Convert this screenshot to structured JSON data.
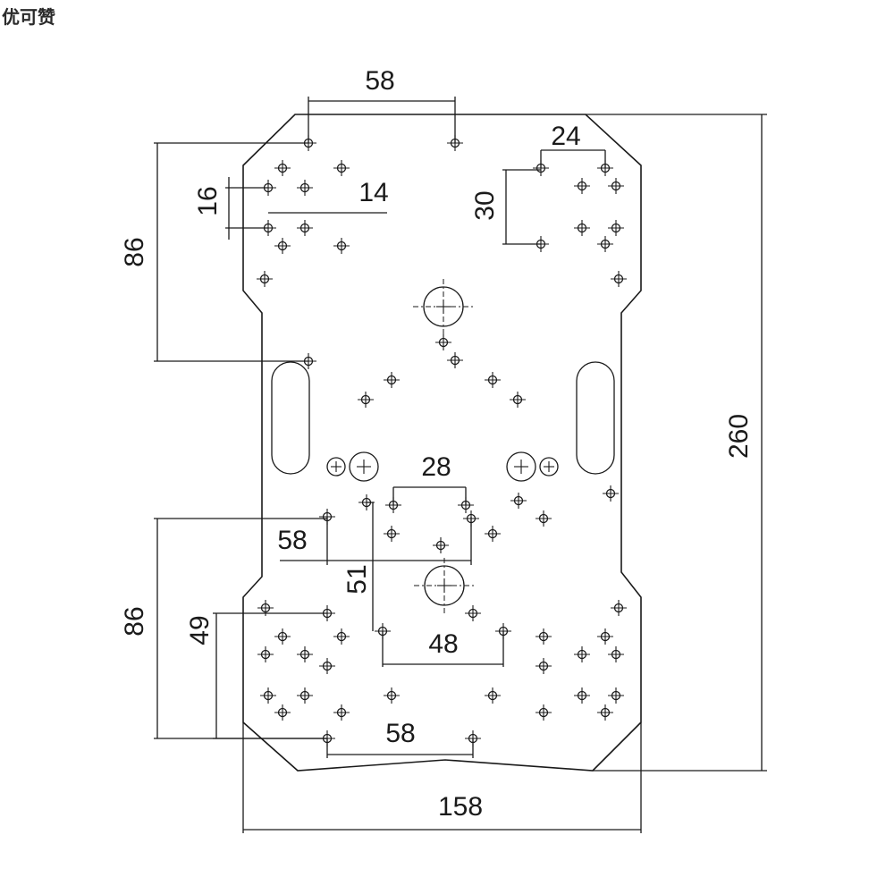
{
  "logo": {
    "text": "优可赞"
  },
  "dimensions": {
    "top_holes_spacing": "58",
    "top_right_horizontal": "24",
    "top_right_vertical": "30",
    "top_left_horizontal": "14",
    "top_left_vertical": "16",
    "left_upper_height": "86",
    "overall_height": "260",
    "center_horizontal": "28",
    "mid_left_horizontal": "58",
    "center_vertical": "51",
    "left_lower_height": "86",
    "lower_left_vertical": "49",
    "lower_center_horizontal": "48",
    "bottom_holes_spacing": "58",
    "overall_width": "158"
  }
}
